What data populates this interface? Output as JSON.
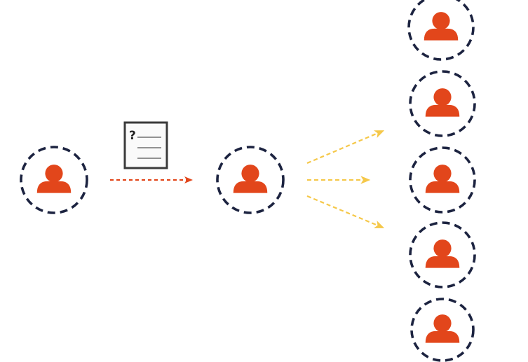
{
  "diagram": {
    "background": "#ffffff",
    "colors": {
      "person": "#e2461b",
      "ring": "#1c2340",
      "request_arrow": "#e2461b",
      "broadcast_arrow": "#f5c84a",
      "document_border": "#3a3a3a",
      "document_fill": "#fafafa"
    },
    "document": {
      "icon": "question-document-icon",
      "mark": "?"
    },
    "nodes": [
      {
        "id": "requester",
        "role": "source",
        "icon": "person-icon"
      },
      {
        "id": "relay",
        "role": "relay",
        "icon": "person-icon"
      },
      {
        "id": "recipient-1",
        "role": "recipient",
        "icon": "person-icon"
      },
      {
        "id": "recipient-2",
        "role": "recipient",
        "icon": "person-icon"
      },
      {
        "id": "recipient-3",
        "role": "recipient",
        "icon": "person-icon"
      },
      {
        "id": "recipient-4",
        "role": "recipient",
        "icon": "person-icon"
      },
      {
        "id": "recipient-5",
        "role": "recipient",
        "icon": "person-icon"
      }
    ],
    "edges": [
      {
        "from": "requester",
        "to": "relay",
        "style": "dashed",
        "color_key": "request_arrow",
        "icon": "dashed-arrow-icon"
      },
      {
        "from": "relay",
        "to": "recipients",
        "direction": "up",
        "style": "dashed",
        "color_key": "broadcast_arrow",
        "icon": "dashed-arrow-icon"
      },
      {
        "from": "relay",
        "to": "recipients",
        "direction": "straight",
        "style": "dashed",
        "color_key": "broadcast_arrow",
        "icon": "dashed-arrow-icon"
      },
      {
        "from": "relay",
        "to": "recipients",
        "direction": "down",
        "style": "dashed",
        "color_key": "broadcast_arrow",
        "icon": "dashed-arrow-icon"
      }
    ]
  }
}
